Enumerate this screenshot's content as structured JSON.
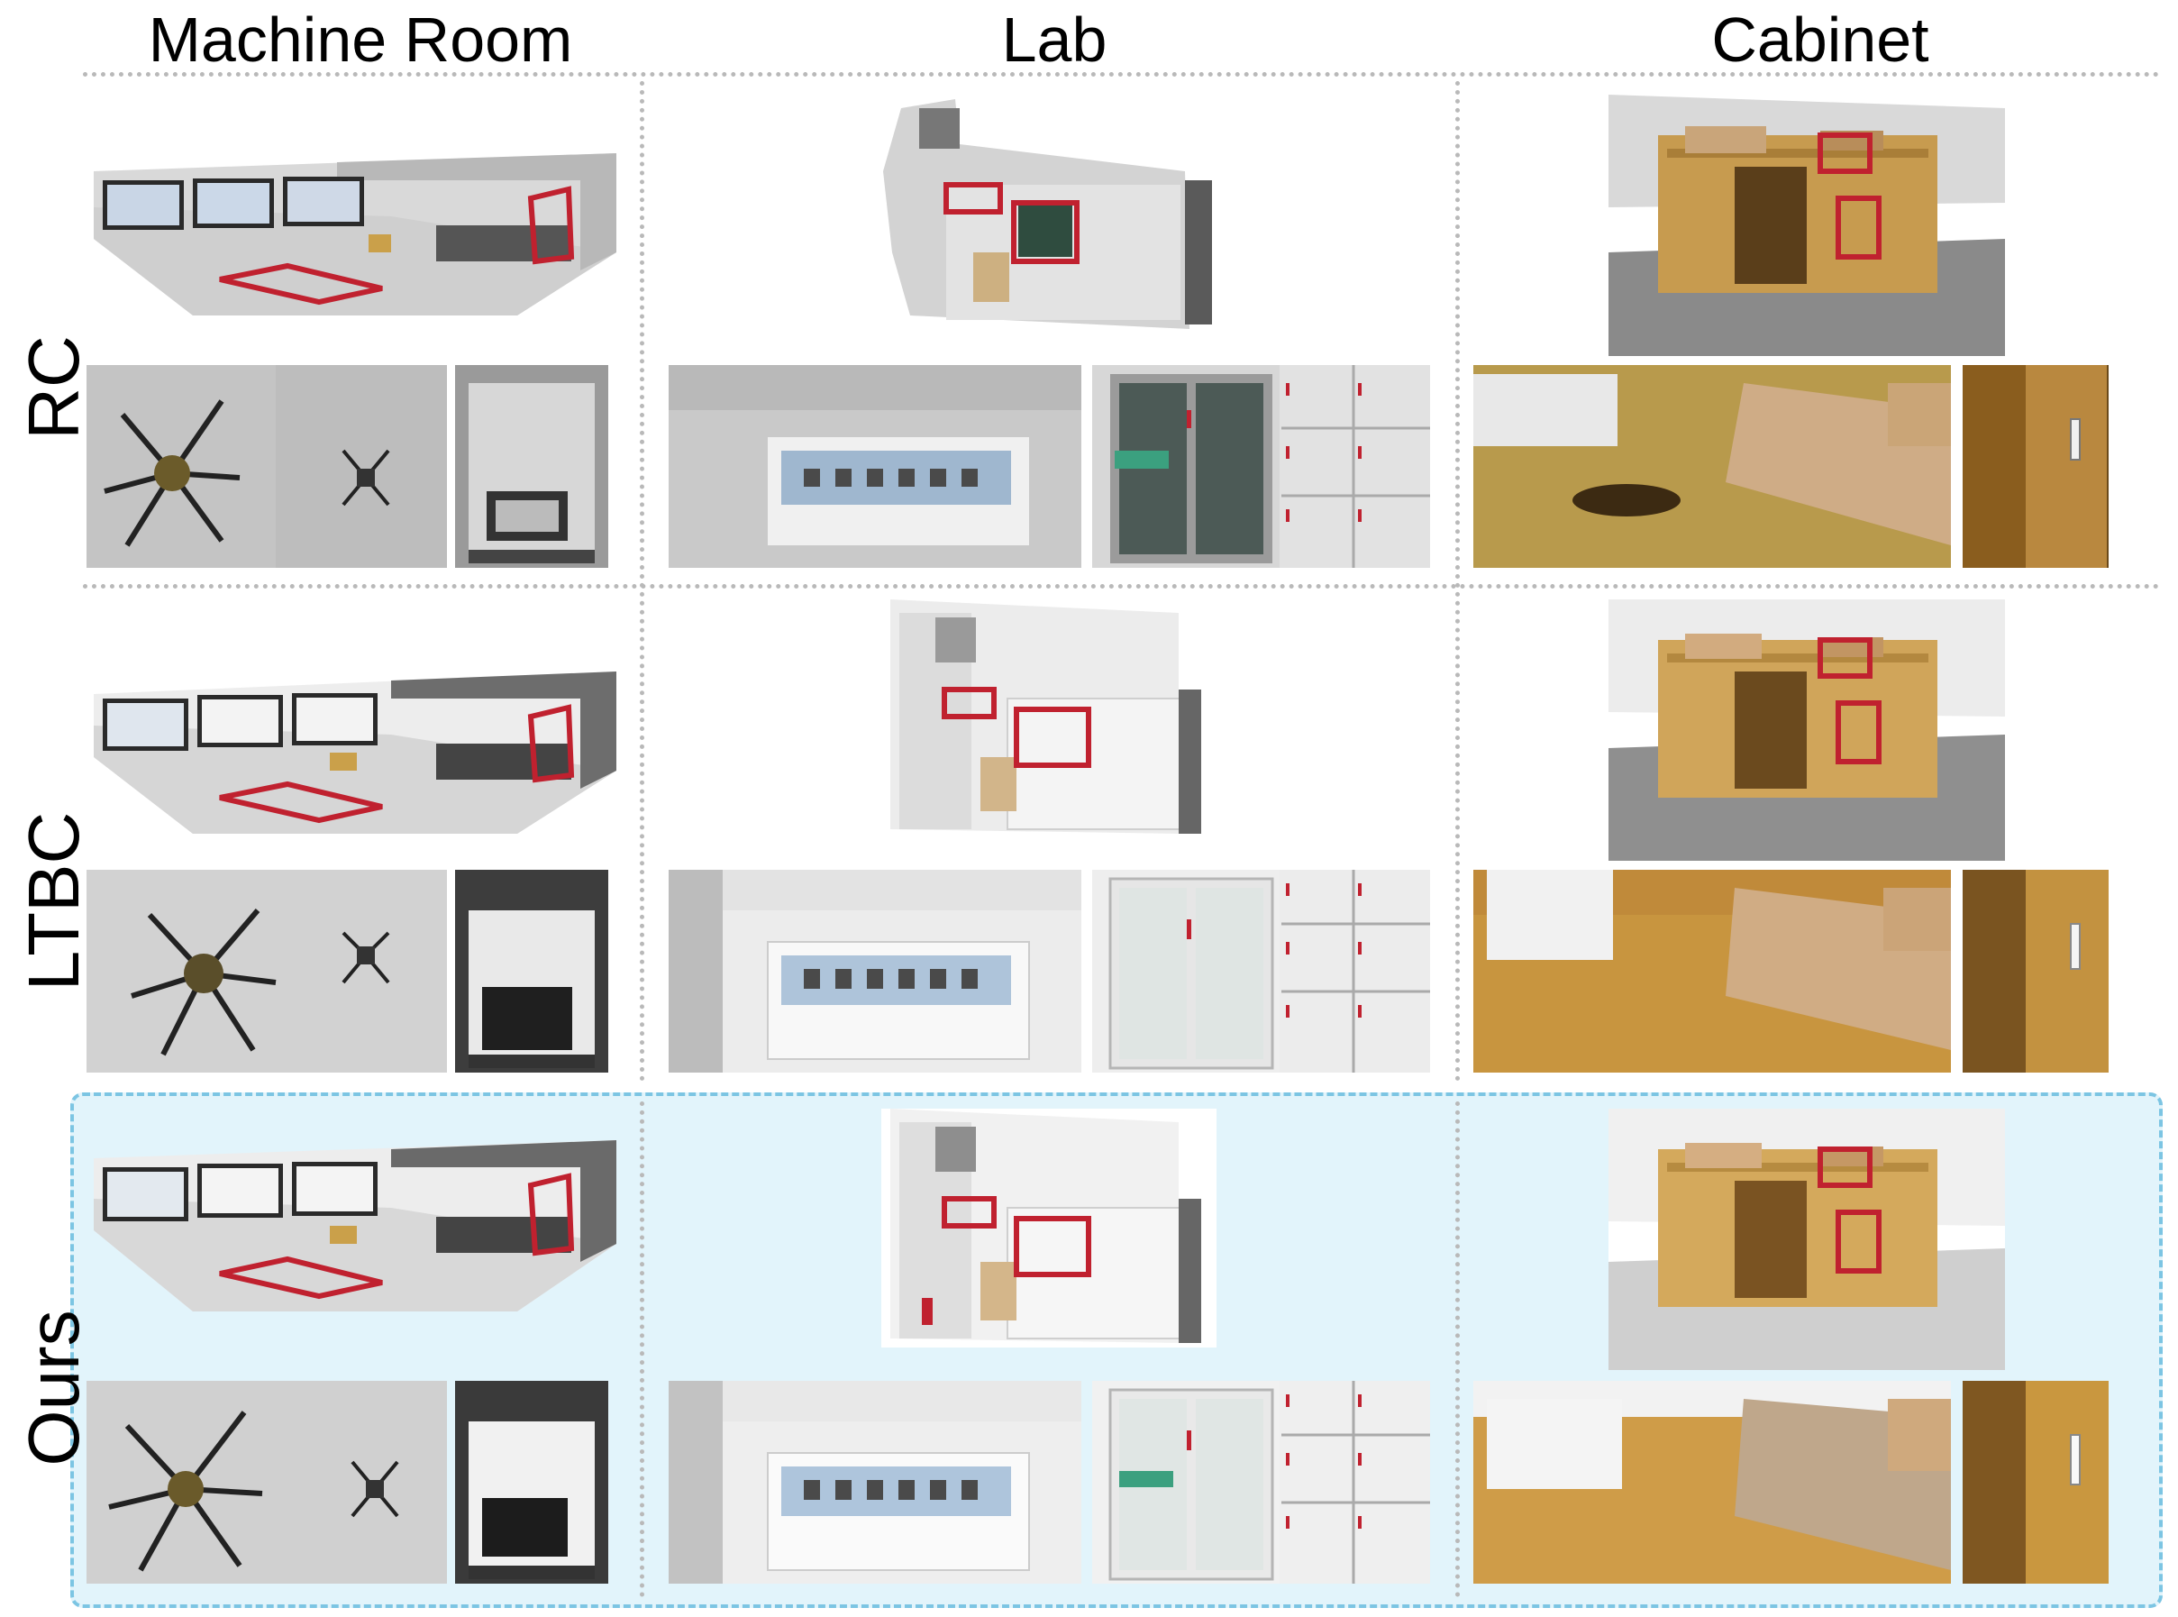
{
  "columns": [
    "Machine Room",
    "Lab",
    "Cabinet"
  ],
  "rows": [
    "RC",
    "LTBC",
    "Ours"
  ],
  "colors": {
    "highlight_box": "#c0212f",
    "ours_background": "#e2f4fb",
    "ours_border": "#7cc5e3",
    "separator": "#b9b9b9"
  }
}
